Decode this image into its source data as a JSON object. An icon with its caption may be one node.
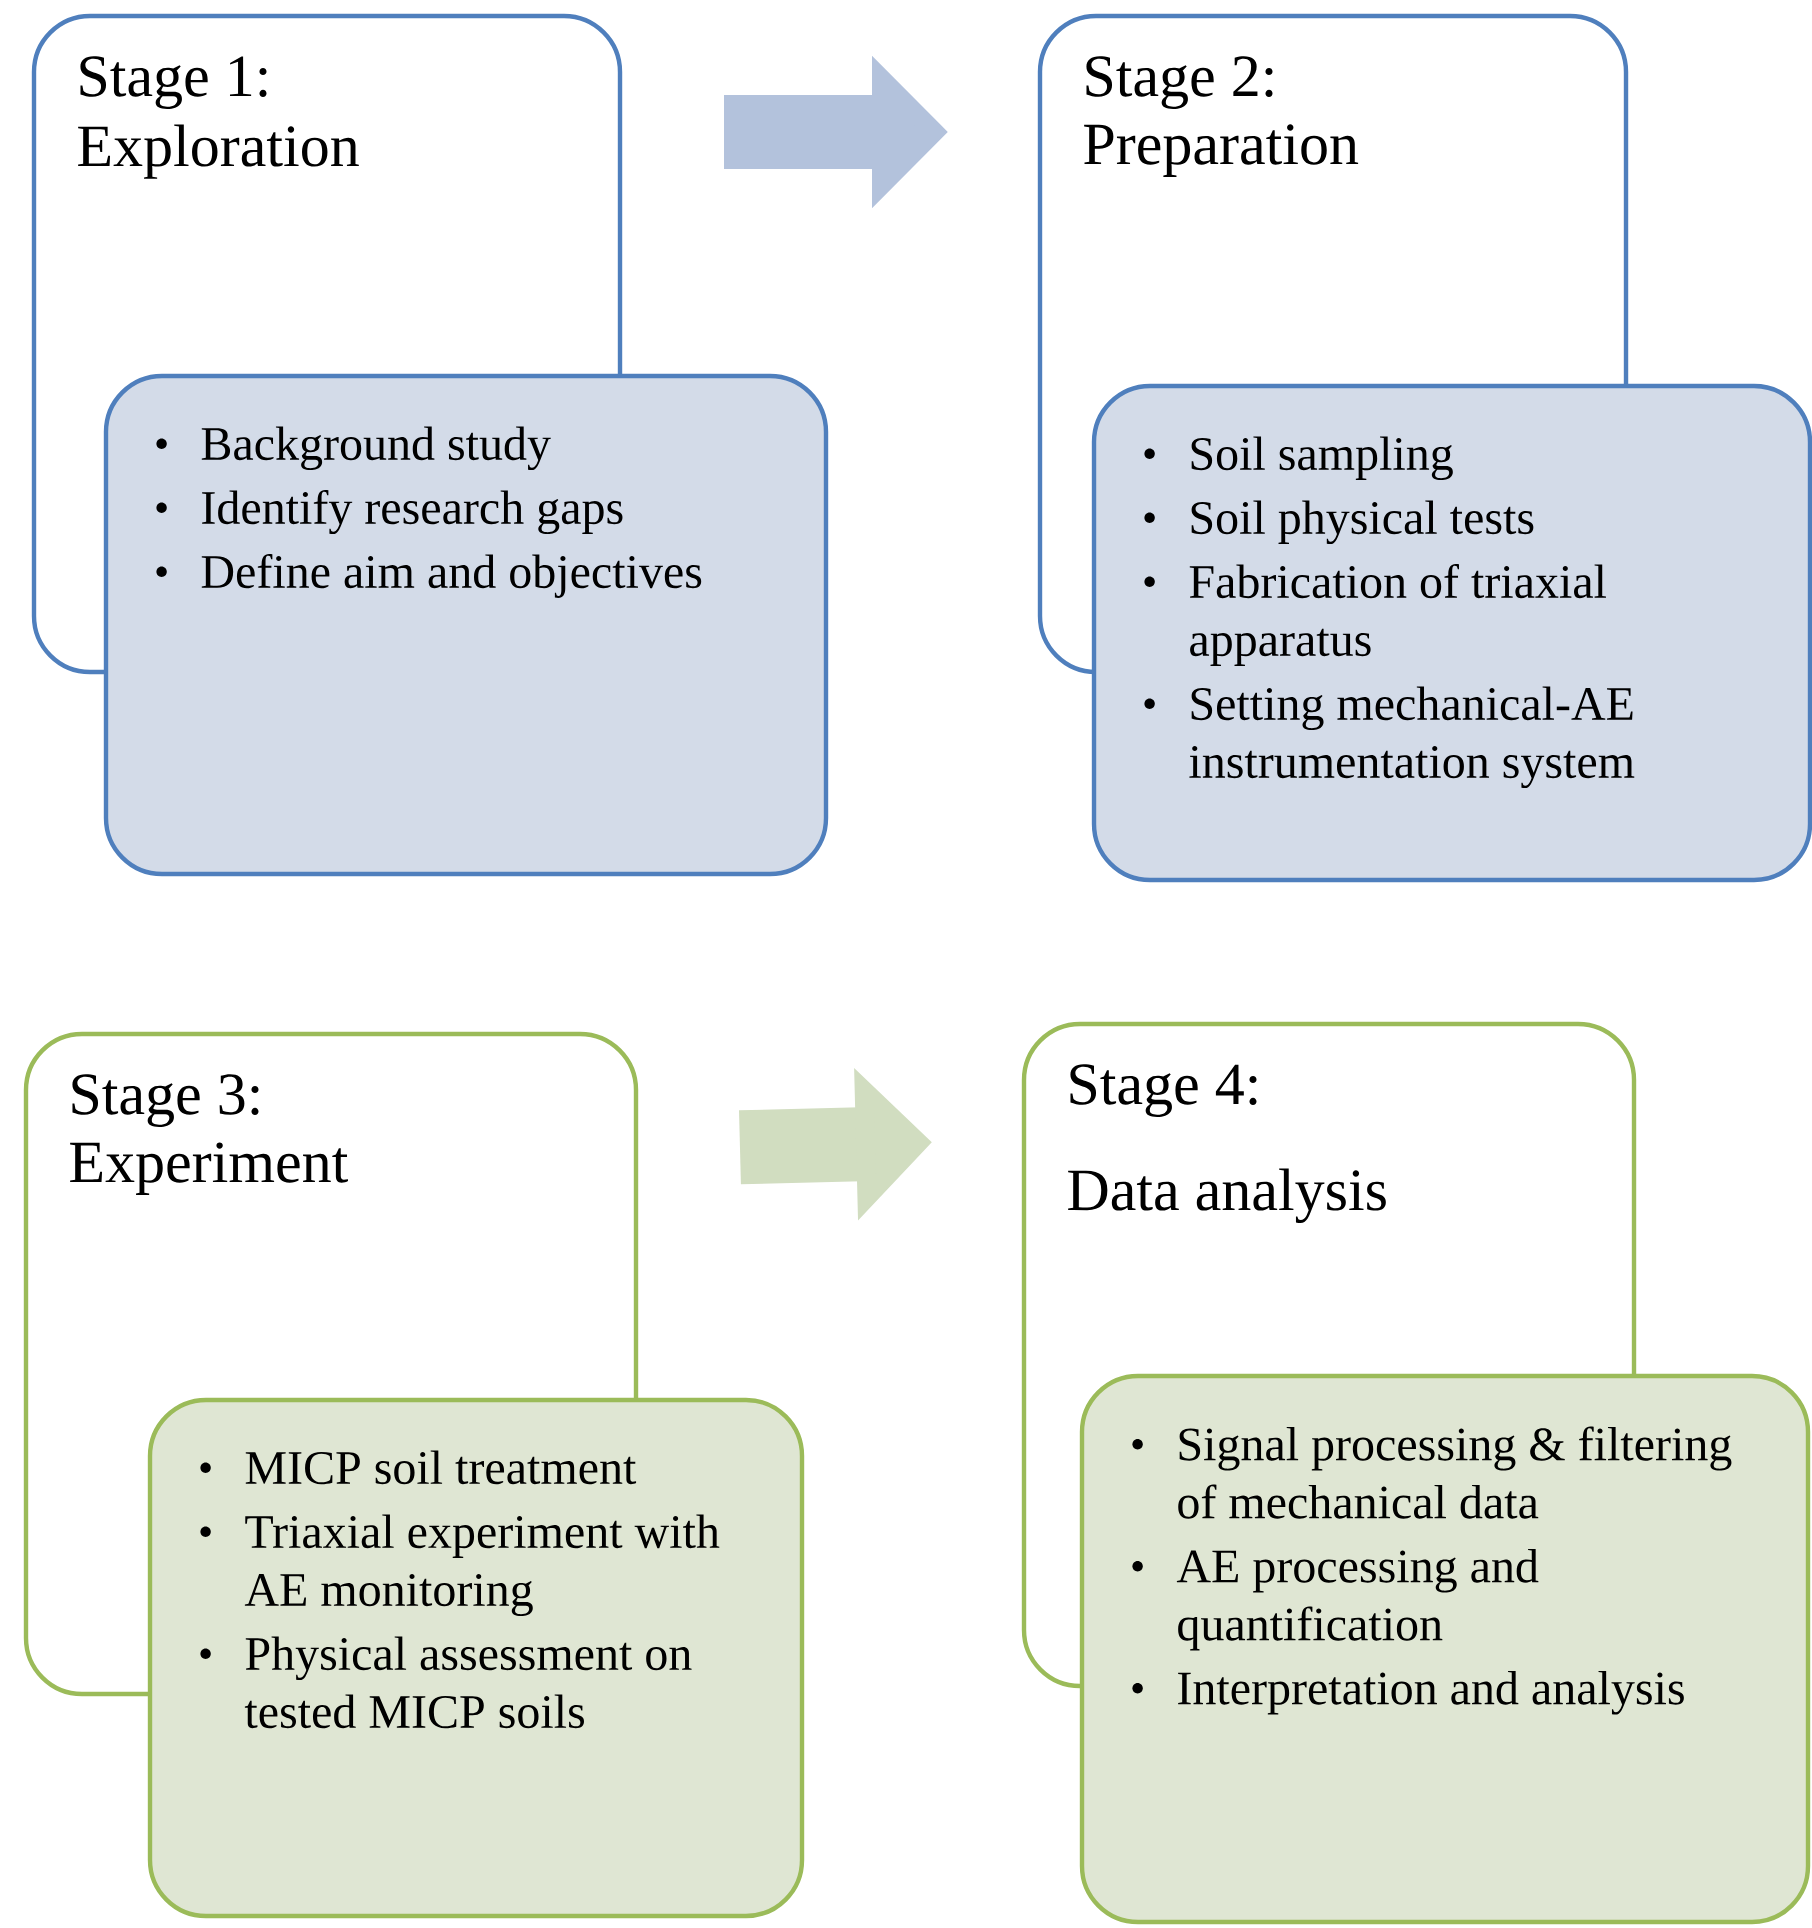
{
  "diagram": {
    "nodes": [
      {
        "text": [
          "Stage 1:",
          "Exploration"
        ]
      },
      {
        "text": [
          "Background study",
          "Identify research gaps",
          "Define aim and objectives"
        ]
      },
      {
        "text": [
          "Stage 2:",
          "Preparation"
        ]
      },
      {
        "text": [
          "Soil sampling",
          "Soil physical tests",
          "Fabrication of triaxial apparatus",
          "Setting mechanical-AE instrumentation system"
        ]
      },
      {
        "text": [
          "Stage 3:",
          "Experiment"
        ]
      },
      {
        "text": [
          "MICP soil treatment",
          "Triaxial experiment with AE monitoring",
          "Physical assessment on tested MICP soils"
        ]
      },
      {
        "text": [
          "Stage 4:",
          "Data analysis"
        ]
      },
      {
        "text": [
          "Signal processing & filtering of mechanical data",
          "AE processing and quantification",
          "Interpretation and analysis"
        ]
      }
    ],
    "edges": [
      {
        "from": 0,
        "to": 2,
        "arrow": "to",
        "color": "#b3c2dc"
      },
      {
        "from": 4,
        "to": 6,
        "arrow": "to",
        "color": "#d1ddc0"
      }
    ]
  }
}
